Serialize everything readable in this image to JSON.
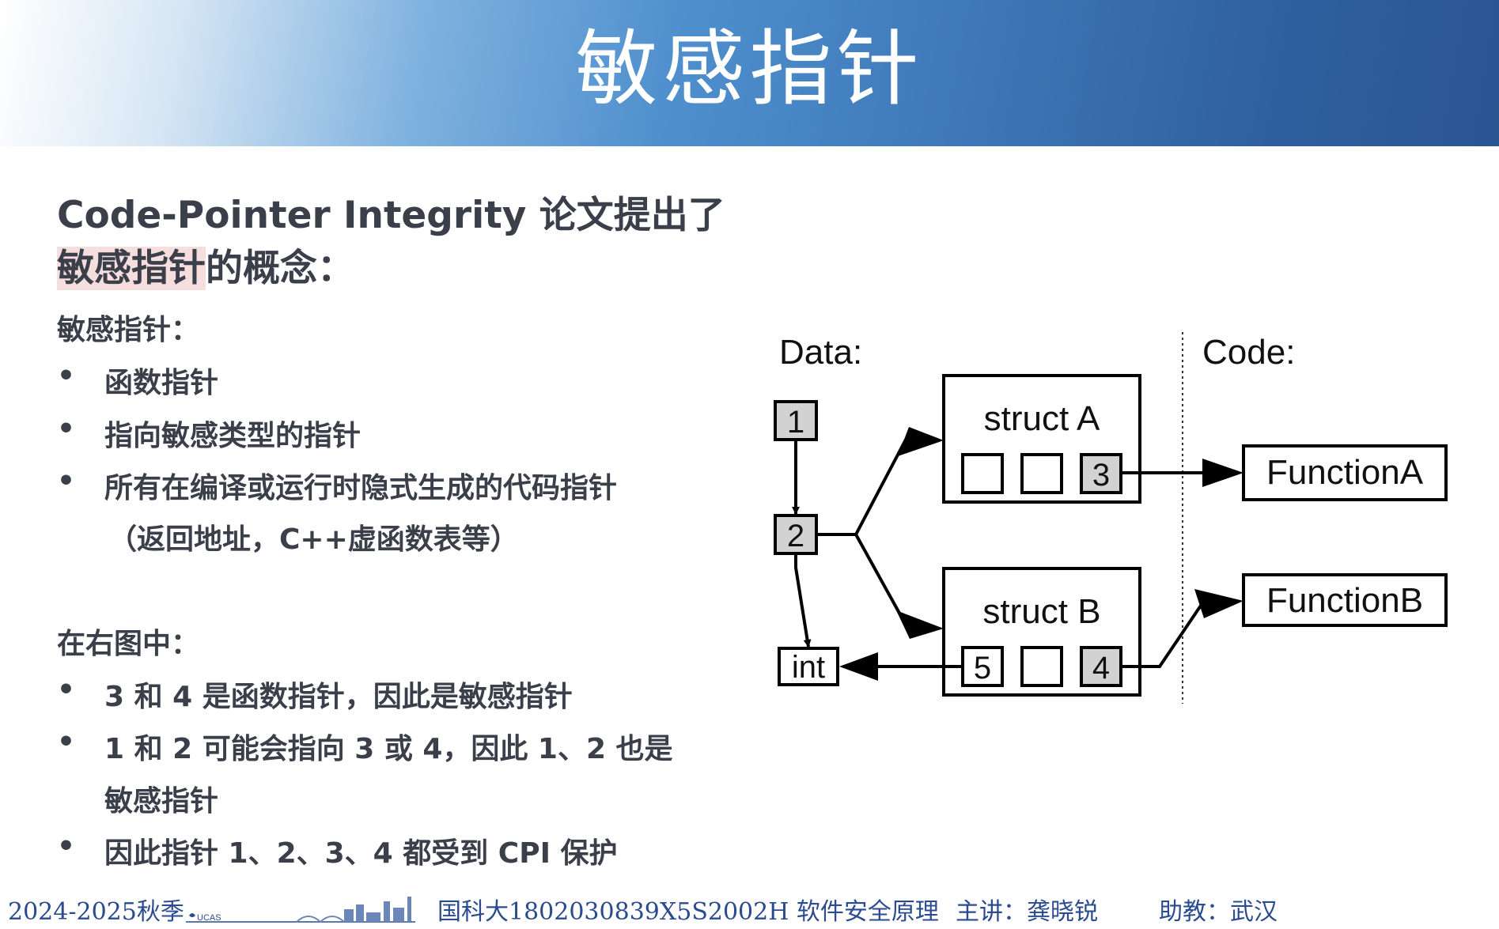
{
  "slide": {
    "title": "敏感指针"
  },
  "content": {
    "heading_line1": "Code-Pointer Integrity 论文提出了",
    "heading_highlight": "敏感指针",
    "heading_rest": "的概念：",
    "section1_label": "敏感指针：",
    "section1_bullets": [
      "函数指针",
      "指向敏感类型的指针",
      "所有在编译或运行时隐式生成的代码指针"
    ],
    "section1_continuation": "（返回地址，C++虚函数表等）",
    "section2_label": "在右图中：",
    "section2_bullets": [
      "3 和 4 是函数指针，因此是敏感指针",
      "1 和 2 可能会指向 3 或 4，因此 1、2 也是",
      "因此指针 1、2、3、4 都受到 CPI 保护"
    ],
    "section2_continuation": "敏感指针",
    "bullet_char": "•"
  },
  "diagram": {
    "data_label": "Data:",
    "code_label": "Code:",
    "struct_a": "struct A",
    "struct_b": "struct B",
    "function_a": "FunctionA",
    "function_b": "FunctionB",
    "int_label": "int",
    "box1": "1",
    "box2": "2",
    "box3": "3",
    "box4": "4",
    "box5": "5"
  },
  "footer": {
    "semester": "2024-2025秋季",
    "logo_text": "UCAS",
    "course": "国科大1802030839X5S2002H  软件安全原理",
    "lecturer": "主讲：龚晓锐",
    "assistant": "助教：武汉"
  }
}
